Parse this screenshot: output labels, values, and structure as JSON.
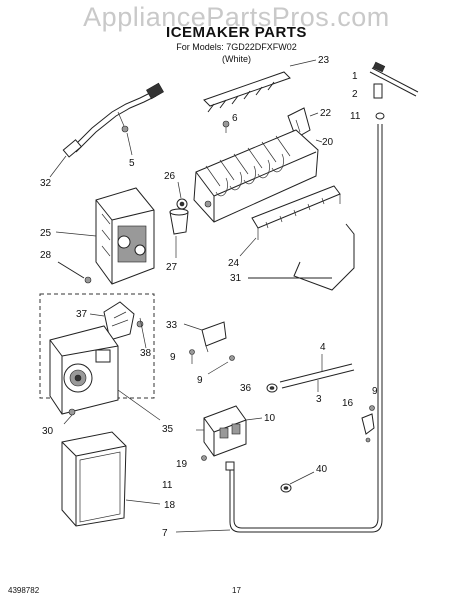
{
  "watermark": "AppliancePartsPros.com",
  "title": "ICEMAKER PARTS",
  "subtitle": "For Models: 7GD22DFXFW02",
  "subtitle2": "(White)",
  "footer": {
    "code": "4398782",
    "page": "17"
  },
  "callouts": [
    "1",
    "2",
    "3",
    "4",
    "5",
    "6",
    "7",
    "9",
    "9",
    "9",
    "10",
    "11",
    "11",
    "16",
    "18",
    "19",
    "20",
    "22",
    "23",
    "24",
    "25",
    "26",
    "27",
    "28",
    "30",
    "31",
    "32",
    "33",
    "35",
    "36",
    "37",
    "38",
    "40"
  ]
}
